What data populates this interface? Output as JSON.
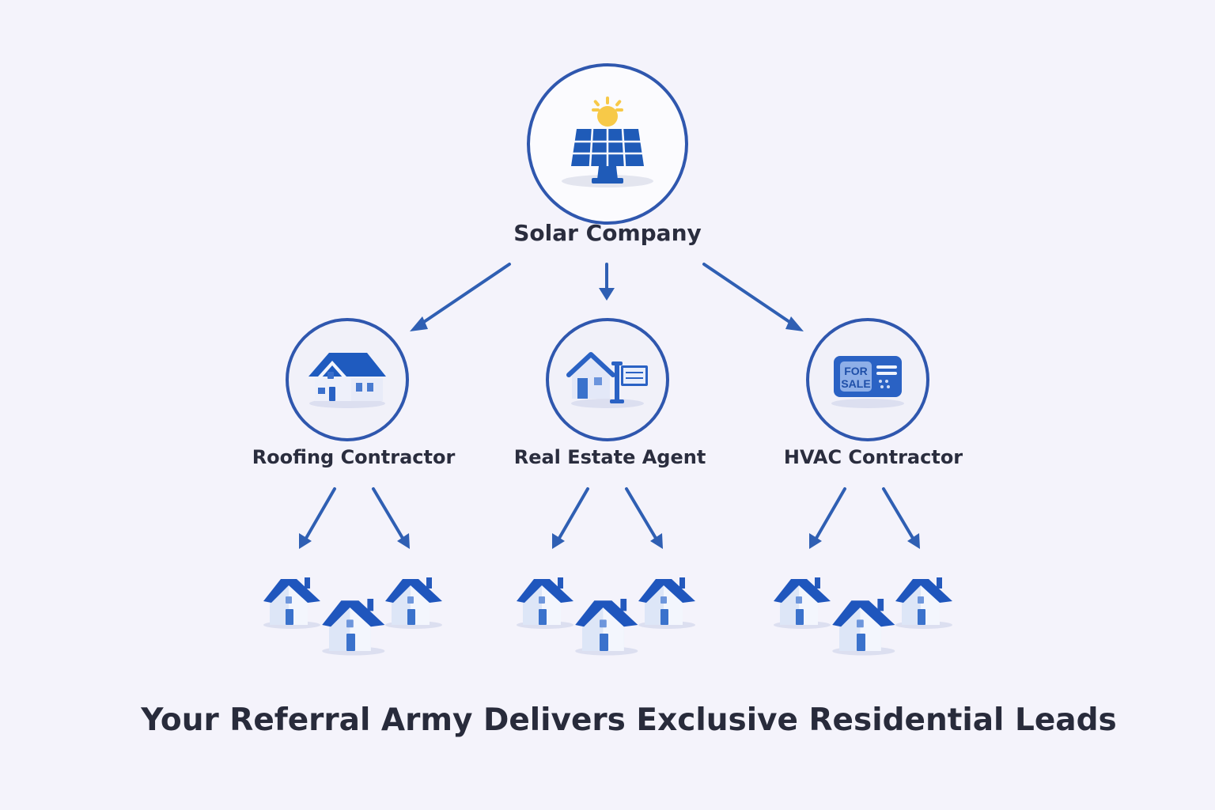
{
  "diagram": {
    "root": {
      "label": "Solar Company",
      "icon": "solar-panel-icon"
    },
    "referrers": [
      {
        "label": "Roofing Contractor",
        "icon": "house-icon"
      },
      {
        "label": "Real Estate Agent",
        "icon": "house-with-sign-icon"
      },
      {
        "label": "HVAC Contractor",
        "icon": "for-sale-sign-icon",
        "sign_text": [
          "FOR",
          "SALE"
        ]
      }
    ],
    "leads_per_referrer": 2,
    "lead_icon": "home-icon",
    "title": "Your Referral Army Delivers Exclusive Residential Leads"
  },
  "colors": {
    "accent": "#2f57ae",
    "icon_blue": "#1f5fbf",
    "sun": "#f7c948",
    "text": "#2a2d3e",
    "background": "#f4f3fb"
  }
}
